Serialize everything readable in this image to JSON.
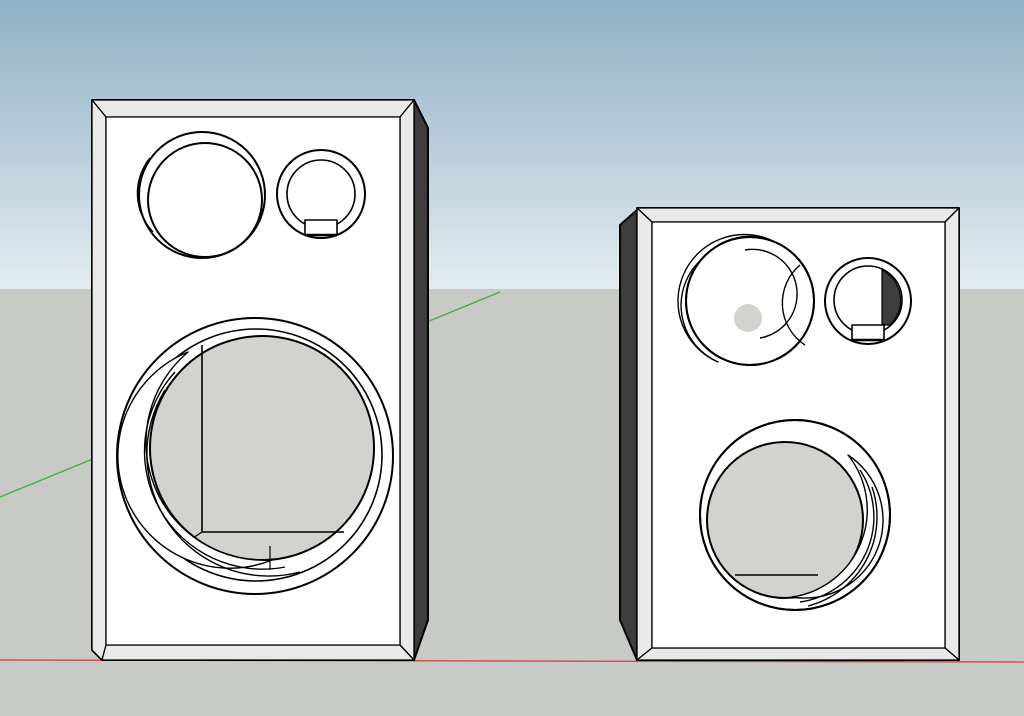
{
  "scene": {
    "sky_top": "#8fb0c6",
    "sky_bottom": "#e3ecf0",
    "ground": "#c8cac5",
    "body_face": "#ffffff",
    "side_dark": "#3d3d3d",
    "bevel": "#e9e9e9",
    "cavity": "#d2d3cf",
    "axis_red": "#d23a3a",
    "axis_green": "#3fae3f"
  },
  "objects": [
    {
      "name": "tall-speaker-enclosure",
      "openings": [
        "woofer-cutout",
        "midrange-cutout",
        "tweeter-cutout"
      ]
    },
    {
      "name": "short-speaker-enclosure",
      "openings": [
        "woofer-cutout",
        "midrange-cutout",
        "tweeter-cutout"
      ]
    }
  ]
}
